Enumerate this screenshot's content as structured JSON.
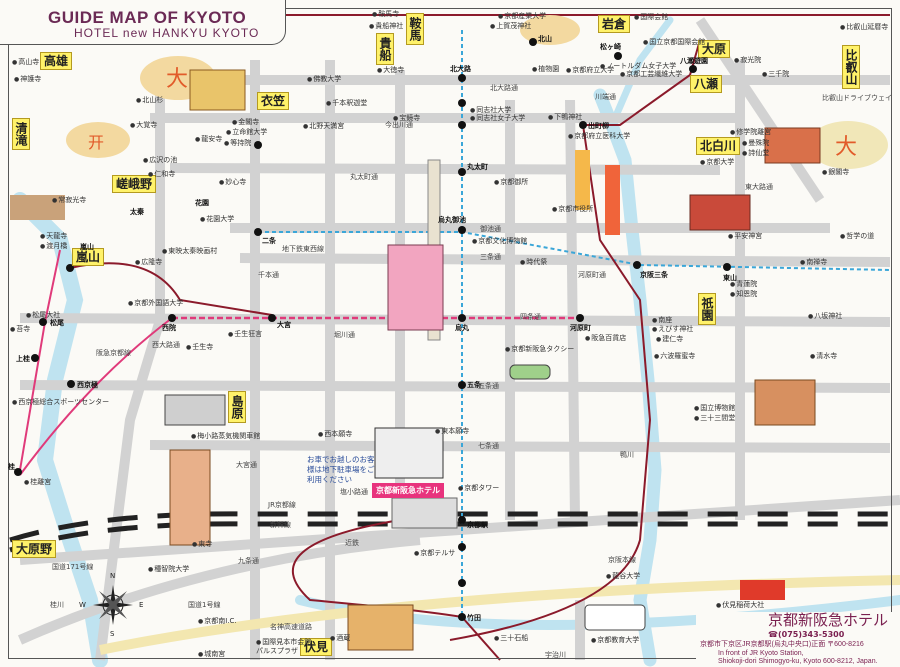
{
  "header": {
    "title": "GUIDE MAP OF KYOTO",
    "subtitle": "HOTEL new HANKYU KYOTO"
  },
  "areas": [
    "高雄",
    "清滝",
    "嵯峨野",
    "嵐山",
    "衣笠",
    "貴船",
    "鞍馬",
    "岩倉",
    "大原",
    "八瀬",
    "比叡山",
    "北白川",
    "祇園",
    "島原",
    "大原野",
    "伏見"
  ],
  "stations": [
    "北山",
    "北大路",
    "出町柳",
    "松ヶ崎",
    "八瀬遊園",
    "京阪三条",
    "東山",
    "河原町",
    "烏丸",
    "大宮",
    "西院",
    "二条",
    "嵐山",
    "桂",
    "松尾",
    "上桂",
    "西京極",
    "京都駅",
    "竹田",
    "花園",
    "太秦",
    "丸太町",
    "烏丸御池",
    "五条"
  ],
  "pois": [
    "高山寺",
    "神護寺",
    "北山杉",
    "大覚寺",
    "広沢の池",
    "仁和寺",
    "妙心寺",
    "金閣寺",
    "立命館大学",
    "龍安寺",
    "等持院",
    "常寂光寺",
    "天龍寺",
    "渡月橋",
    "広隆寺",
    "東映太秦映画村",
    "花園大学",
    "鞍馬寺",
    "貴船神社",
    "大徳寺",
    "佛教大学",
    "千本釈迦堂",
    "北野天満宮",
    "宝鏡寺",
    "京都産業大学",
    "上賀茂神社",
    "植物園",
    "同志社大学",
    "同志社女子大学",
    "下鴨神社",
    "京都御所",
    "京都文化博物館",
    "京都市役所",
    "時代祭",
    "壬生寺",
    "壬生狂言",
    "梅小路蒸気機関車館",
    "西本願寺",
    "東本願寺",
    "京都タワー",
    "東寺",
    "種智院大学",
    "京都南I.C.",
    "城南宮",
    "国際見本市会館 パルスプラザ",
    "酒蔵",
    "三十石船",
    "龍谷大学",
    "京都教育大学",
    "京都テルサ",
    "伏見稲荷大社",
    "三十三間堂",
    "国立博物館",
    "清水寺",
    "八坂神社",
    "知恩院",
    "青蓮院",
    "平安神宮",
    "南禅寺",
    "銀閣寺",
    "哲学の道",
    "京都大学",
    "詩仙堂",
    "曼殊院",
    "修学院離宮",
    "三千院",
    "寂光院",
    "比叡山延暦寺",
    "国際会館",
    "国立京都国際会館",
    "京都府立大学",
    "ノートルダム女子大学",
    "京都工芸繊維大学",
    "建仁寺",
    "六波羅蜜寺",
    "えびす神社",
    "南座",
    "阪急百貨店",
    "京都新阪急タクシー",
    "京都外国語大学",
    "松尾大社",
    "苔寺",
    "桂離宮",
    "西京極総合スポーツセンター",
    "京都府立医科大学"
  ],
  "roads": [
    "北大路通",
    "今出川通",
    "丸太町通",
    "御池通",
    "三条通",
    "四条通",
    "五条通",
    "七条通",
    "九条通",
    "塩小路通",
    "JR京都線",
    "新幹線",
    "国道1号線",
    "国道171号線",
    "名神高速道路",
    "近鉄",
    "京阪本線",
    "阪急京都線",
    "宇治川",
    "桂川",
    "鴨川",
    "比叡山ドライブウェイ",
    "地下鉄東西線",
    "大宮通",
    "堀川通",
    "西大路通",
    "千本通",
    "河原町通",
    "東大路通",
    "川端通"
  ],
  "hotel": {
    "label": "京都新阪急ホテル",
    "parking_note": "お車でお越しのお客様は地下駐車場をご利用ください"
  },
  "compass": {
    "n": "N",
    "s": "S",
    "e": "E",
    "w": "W"
  },
  "footer": {
    "name": "京都新阪急ホテル",
    "tel": "☎(075)343-5300",
    "addr_jp": "京都市下京区JR京都駅(烏丸中央口)正面 〒600-8216",
    "addr_en1": "In front of JR Kyoto Station,",
    "addr_en2": "Shiokoji-dori Shimogyo-ku, Kyoto 600-8212, Japan."
  },
  "colors": {
    "road": "#cfcfcf",
    "river": "#bfe3f0",
    "subway": "#3aa6d8",
    "private_rail": "#8b1a2b",
    "hankyu": "#e03a7a",
    "title": "#6b2a55"
  }
}
